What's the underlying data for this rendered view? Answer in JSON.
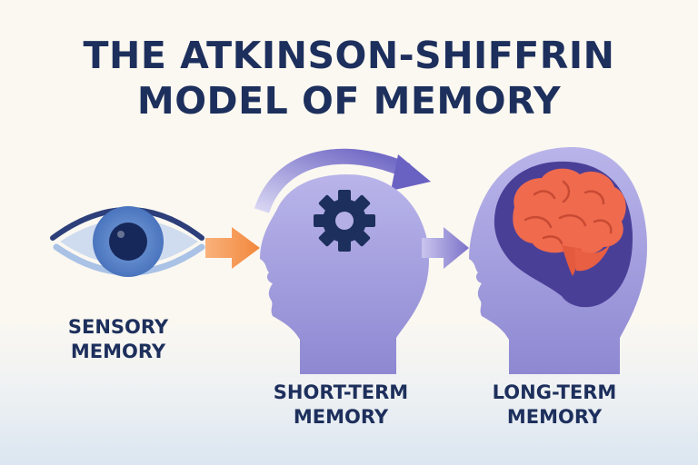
{
  "title": {
    "line1": "THE ATKINSON-SHIFFRIN",
    "line2": "MODEL OF MEMORY"
  },
  "stages": [
    {
      "line1": "SENSORY",
      "line2": "MEMORY",
      "icon": "eye-icon"
    },
    {
      "line1": "SHORT-TERM",
      "line2": "MEMORY",
      "icon": "gear-icon"
    },
    {
      "line1": "LONG-TERM",
      "line2": "MEMORY",
      "icon": "brain-icon"
    }
  ],
  "colors": {
    "title": "#1d2f5c",
    "head": "#9b95d8",
    "eye_blue": "#5a83c9",
    "arrow_orange": "#f3934a",
    "arrow_purple": "#6f66c4",
    "brain": "#f06a4e"
  }
}
